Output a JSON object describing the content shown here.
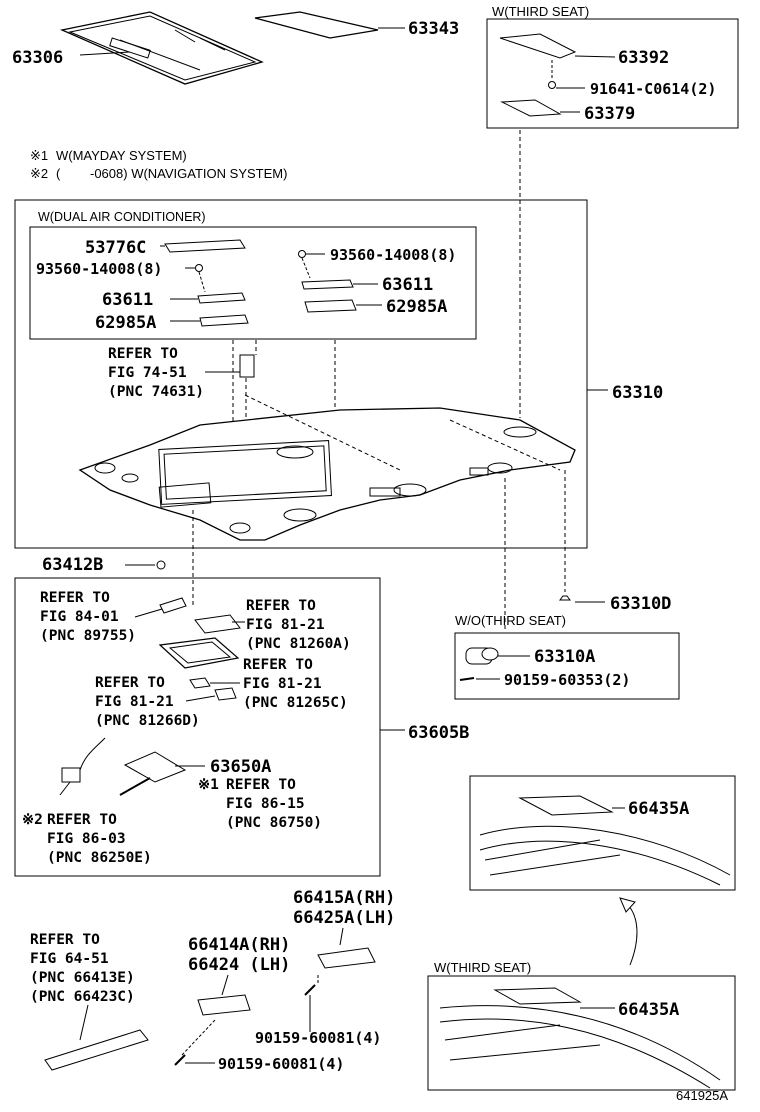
{
  "parts": {
    "p63306": "63306",
    "p63343": "63343",
    "p63392": "63392",
    "p91641": "91641-C0614(2)",
    "p63379": "63379",
    "p53776C": "53776C",
    "p93560a": "93560-14008(8)",
    "p93560b": "93560-14008(8)",
    "p63611a": "63611",
    "p63611b": "63611",
    "p62985Aa": "62985A",
    "p62985Ab": "62985A",
    "p63310": "63310",
    "p63412B": "63412B",
    "p63310D": "63310D",
    "p63310A": "63310A",
    "p90159a": "90159-60353(2)",
    "p63605B": "63605B",
    "p63650A": "63650A",
    "p66435Aa": "66435A",
    "p66435Ab": "66435A",
    "p66415A": "66415A(RH)",
    "p66425A": "66425A(LH)",
    "p66414A": "66414A(RH)",
    "p66424": "66424 (LH)",
    "p90159b": "90159-60081(4)",
    "p90159c": "90159-60081(4)"
  },
  "labels": {
    "third_seat_1": "W(THIRD SEAT)",
    "dual_air": "W(DUAL AIR CONDITIONER)",
    "wo_third_seat": "W/O(THIRD SEAT)",
    "third_seat_2": "W(THIRD SEAT)"
  },
  "notes": {
    "n1_mark": "※1",
    "n1_text": "W(MAYDAY SYSTEM)",
    "n2_mark": "※2",
    "n2_paren": "(",
    "n2_text": "-0608) W(NAVIGATION SYSTEM)"
  },
  "refs": {
    "r74": {
      "l1": "REFER TO",
      "l2": "FIG 74-51",
      "l3": "(PNC 74631)"
    },
    "r84": {
      "l1": "REFER TO",
      "l2": "FIG 84-01",
      "l3": "(PNC 89755)"
    },
    "r81a": {
      "l1": "REFER TO",
      "l2": "FIG 81-21",
      "l3": "(PNC 81260A)"
    },
    "r81b": {
      "l1": "REFER TO",
      "l2": "FIG 81-21",
      "l3": "(PNC 81265C)"
    },
    "r81c": {
      "l1": "REFER TO",
      "l2": "FIG 81-21",
      "l3": "(PNC 81266D)"
    },
    "r86a": {
      "mark": "※1",
      "l1": "REFER TO",
      "l2": "FIG 86-15",
      "l3": "(PNC 86750)"
    },
    "r86b": {
      "mark": "※2",
      "l1": "REFER TO",
      "l2": "FIG 86-03",
      "l3": "(PNC 86250E)"
    },
    "r64": {
      "l1": "REFER TO",
      "l2": "FIG 64-51",
      "l3": "(PNC 66413E)",
      "l4": "(PNC 66423C)"
    }
  },
  "figure_code": "641925A"
}
